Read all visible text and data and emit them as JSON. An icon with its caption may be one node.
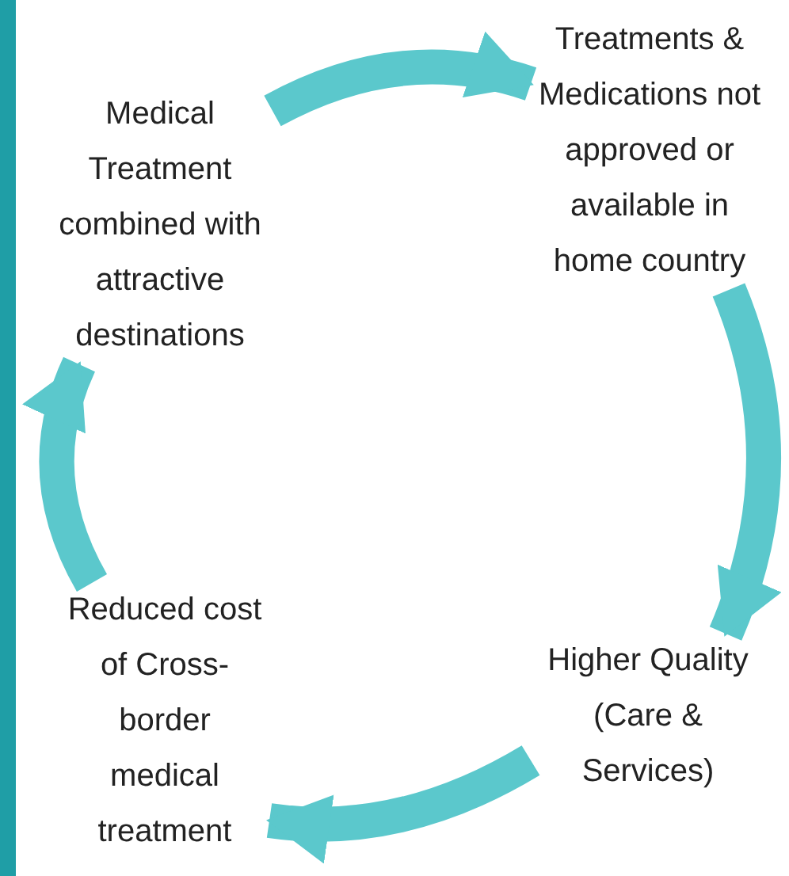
{
  "diagram": {
    "nodes": [
      {
        "text": [
          "Medical Treatment combined with attractive destinations"
        ]
      },
      {
        "text": [
          "Treatments & Medications not approved or available in home country"
        ]
      },
      {
        "text": [
          "Higher Quality (Care & Services)"
        ]
      },
      {
        "text": [
          "Reduced cost of Cross-border medical treatment"
        ]
      }
    ],
    "edges": [
      {
        "from": 0,
        "to": 1,
        "arrow": "to"
      },
      {
        "from": 1,
        "to": 2,
        "arrow": "to"
      },
      {
        "from": 2,
        "to": 3,
        "arrow": "to"
      },
      {
        "from": 3,
        "to": 0,
        "arrow": "to"
      }
    ]
  }
}
